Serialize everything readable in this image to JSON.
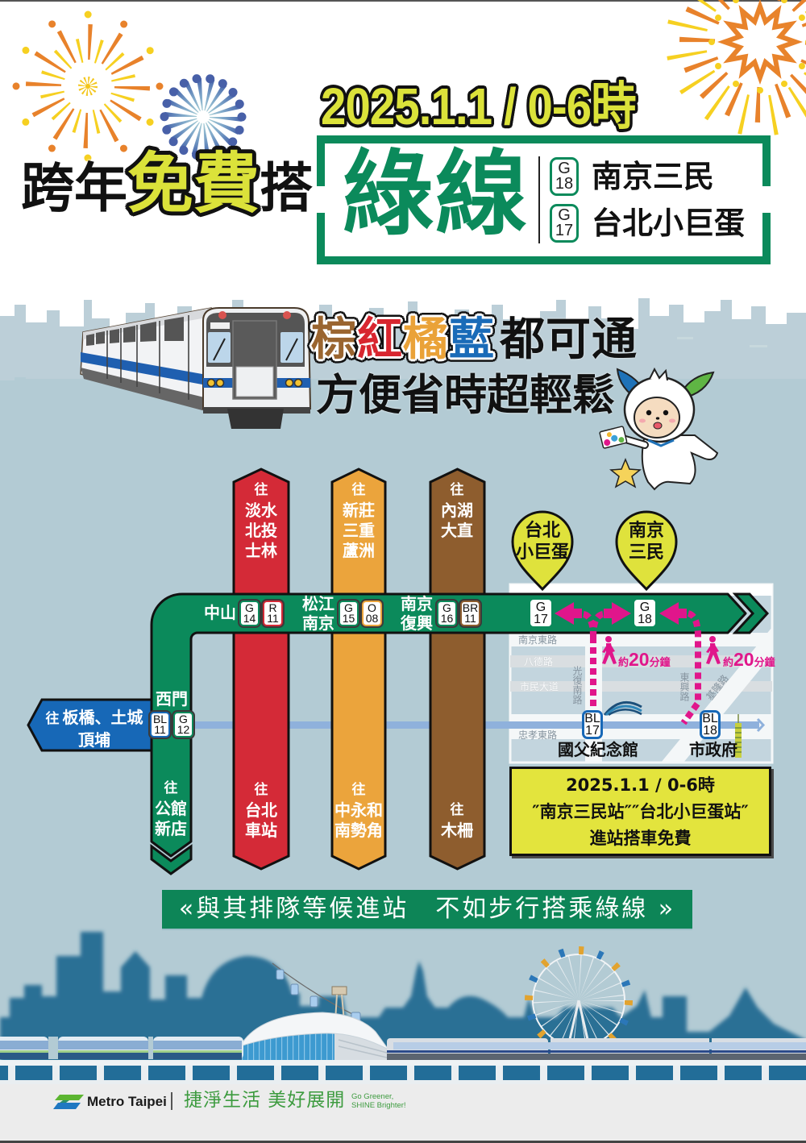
{
  "header": {
    "title": {
      "part1": "跨年",
      "highlight": "免費",
      "part2": "搭"
    },
    "date_time": "2025.1.1 / 0-6時",
    "line_name": "綠線",
    "stations": [
      {
        "line": "G",
        "number": "18",
        "name": "南京三民"
      },
      {
        "line": "G",
        "number": "17",
        "name": "台北小巨蛋"
      }
    ]
  },
  "tagline": {
    "line_chars": [
      {
        "char": "棕",
        "line": "brown",
        "color": "#9a6530"
      },
      {
        "char": "紅",
        "line": "red",
        "color": "#d8262f"
      },
      {
        "char": "橘",
        "line": "orange",
        "color": "#eaa238"
      },
      {
        "char": "藍",
        "line": "blue",
        "color": "#1a6bb8"
      }
    ],
    "line1_suffix": "都可通",
    "line2": "方便省時超輕鬆"
  },
  "route_map": {
    "branches": [
      {
        "line": "red",
        "color": "#d42a37",
        "north": {
          "prefix": "往",
          "lines": [
            "淡水",
            "北投",
            "士林"
          ]
        },
        "south": {
          "prefix": "往",
          "lines": [
            "台北",
            "車站"
          ]
        }
      },
      {
        "line": "orange",
        "color": "#eba43c",
        "north": {
          "prefix": "往",
          "lines": [
            "新莊",
            "三重",
            "蘆洲"
          ]
        },
        "south": {
          "prefix": "往",
          "lines": [
            "中永和",
            "南勢角"
          ]
        }
      },
      {
        "line": "brown",
        "color": "#8e5d2e",
        "north": {
          "prefix": "往",
          "lines": [
            "內湖",
            "大直"
          ]
        },
        "south": {
          "prefix": "往",
          "lines": [
            "木柵"
          ]
        }
      }
    ],
    "green_south": {
      "prefix": "往",
      "lines": [
        "公館",
        "新店"
      ]
    },
    "blue_west": {
      "prefix": "往",
      "line1": "板橋、土城",
      "line2": "頂埔"
    },
    "transfer_stations": [
      {
        "name_lines": [
          "中山"
        ],
        "badges": [
          {
            "line": "G",
            "number": "14"
          },
          {
            "line": "R",
            "number": "11"
          }
        ]
      },
      {
        "name_lines": [
          "松江",
          "南京"
        ],
        "badges": [
          {
            "line": "G",
            "number": "15"
          },
          {
            "line": "O",
            "number": "08"
          }
        ]
      },
      {
        "name_lines": [
          "南京",
          "復興"
        ],
        "badges": [
          {
            "line": "G",
            "number": "16"
          },
          {
            "line": "BR",
            "number": "11"
          }
        ]
      },
      {
        "name_lines": [
          "西門"
        ],
        "badges": [
          {
            "line": "BL",
            "number": "11"
          },
          {
            "line": "G",
            "number": "12"
          }
        ]
      }
    ],
    "free_stations": [
      {
        "pin_lines": [
          "台北",
          "小巨蛋"
        ],
        "badge": {
          "line": "G",
          "number": "17"
        }
      },
      {
        "pin_lines": [
          "南京",
          "三民"
        ],
        "badge": {
          "line": "G",
          "number": "18"
        }
      }
    ],
    "area_map": {
      "streets": {
        "nanjing_e": "南京東路",
        "bade": "八德路",
        "civic_blvd": "市民大道",
        "guangfu_s": "光復南路",
        "dongxing": "東興路",
        "keelung": "基隆路",
        "zhongxiao_e": "忠孝東路"
      },
      "walks": [
        {
          "prefix": "約",
          "minutes": "20",
          "unit": "分鐘"
        },
        {
          "prefix": "約",
          "minutes": "20",
          "unit": "分鐘"
        }
      ],
      "blue_stations": [
        {
          "badge": {
            "line": "BL",
            "number": "17"
          },
          "name": "國父紀念館"
        },
        {
          "badge": {
            "line": "BL",
            "number": "18"
          },
          "name": "市政府"
        }
      ]
    }
  },
  "notice": {
    "line1": "2025.1.1 / 0-6時",
    "line2": "″南京三民站″″台北小巨蛋站″",
    "line3": "進站搭車免費"
  },
  "banner": {
    "text": "«與其排隊等候進站　不如步行搭乘綠線 »"
  },
  "footer": {
    "brand": "Metro Taipei",
    "slogan": "捷淨生活 美好展開",
    "english_line1": "Go Greener,",
    "english_line2": "SHINE Brighter!"
  },
  "colors": {
    "green_line": "#0b8a5b",
    "red_line": "#d42a37",
    "orange_line": "#eba43c",
    "brown_line": "#8e5d2e",
    "blue_line": "#1768b7",
    "highlight_yellow": "#dfe23c",
    "walk_pink": "#e0168b",
    "background": "#b3cbd4"
  },
  "icons": [
    "fireworks-icon",
    "train-illustration",
    "mascot-illustration",
    "map-pin-icon",
    "walking-person-icon",
    "arena-dome-icon",
    "taipei-101-icon",
    "ferris-wheel-illustration",
    "gondola-illustration",
    "metro-taipei-logo"
  ]
}
